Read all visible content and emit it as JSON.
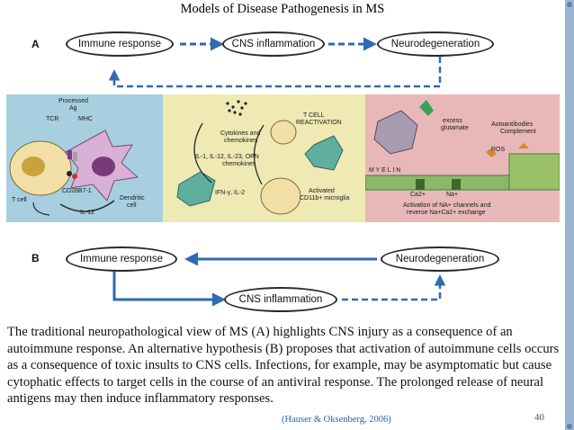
{
  "slide": {
    "title": "Models of Disease Pathogenesis in MS",
    "page_number": "40",
    "citation": "(Hauser & Oksenberg, 2006)",
    "caption": "The traditional neuropathological view of MS (A) highlights CNS injury as a consequence of an autoimmune response. An alternative hypothesis (B) proposes that activation of autoimmune cells occurs as a consequence of toxic insults to CNS cells. Infections, for example, may be asymptomatic but cause cytophatic effects to target cells in the course of an antiviral response. The prolonged release of neural antigens may then induce inflammatory responses."
  },
  "diagram": {
    "model_a": {
      "label": "A",
      "immune": "Immune response",
      "cns": "CNS inflammation",
      "neuro": "Neurodegeneration"
    },
    "model_b": {
      "label": "B",
      "immune": "Immune response",
      "cns": "CNS inflammation",
      "neuro": "Neurodegeneration"
    },
    "panel1": {
      "processed_ag": "Processed",
      "ag": "Ag",
      "tcr": "TCR",
      "mhc": "MHC",
      "cd28": "CD28B7-1",
      "t_cell": "T cell",
      "dendritic": "Dendritic",
      "cell": "cell",
      "il12": "IL-12"
    },
    "panel2": {
      "cytokines": "Cytokines and",
      "chemokines": "chemokines",
      "tcell": "T CELL",
      "reactivation": "REACTIVATION",
      "il_list": "IL-1, IL-12, IL-23, OPN",
      "chemokines2": "chemokines",
      "ifn": "IFN-γ, IL-2",
      "activated": "Activated",
      "microglia": "CD11b+ microglia"
    },
    "panel3": {
      "excess": "excess",
      "glutamate": "glutamate",
      "autoantibodies": "Autoantibodies",
      "complement": "Complement",
      "ros": "ROS",
      "myelin": "M Y E L I N",
      "ca": "Ca2+",
      "na": "Na+",
      "activation1": "Activation of NA+ channels and",
      "activation2": "reverse Na+Ca2+ exchange"
    }
  }
}
